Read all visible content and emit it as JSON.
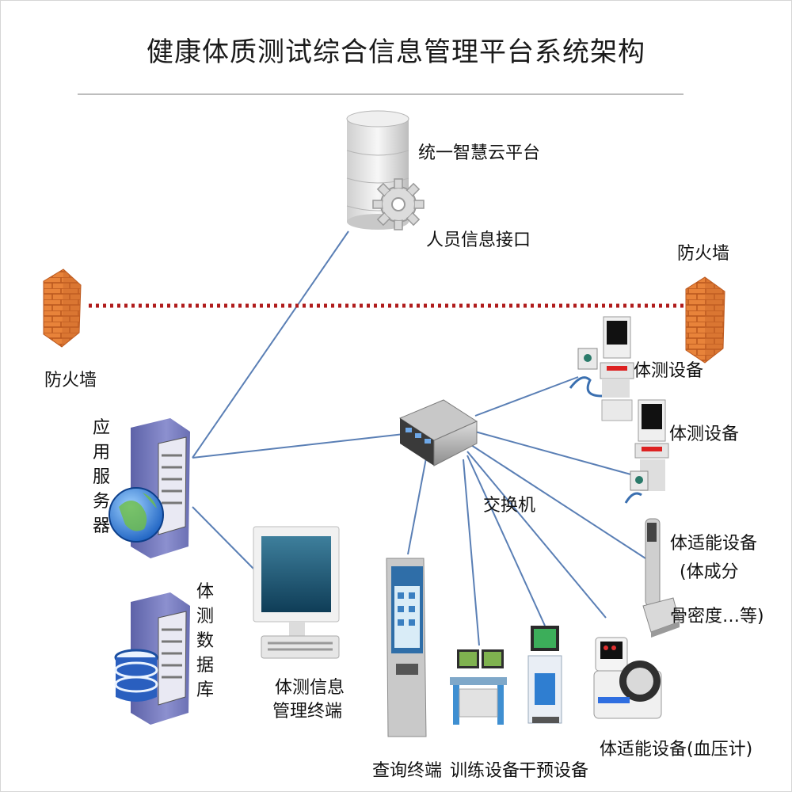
{
  "title": "健康体质测试综合信息管理平台系统架构",
  "cloud": {
    "platform": "统一智慧云平台",
    "interface": "人员信息接口"
  },
  "firewall_left": "防火墙",
  "firewall_right": "防火墙",
  "server_app": "应用服务器",
  "server_db": "体测数据库",
  "switch": "交换机",
  "devices": {
    "body_test_1": "体测设备",
    "body_test_2": "体测设备",
    "fitness_composition_line1": "体适能设备",
    "fitness_composition_line2": "(体成分",
    "fitness_composition_line3": "骨密度…等)",
    "fitness_bp": "体适能设备(血压计)",
    "management_terminal_line1": "体测信息",
    "management_terminal_line2": "管理终端",
    "query_terminal": "查询终端",
    "training": "训练设备",
    "intervention": "干预设备"
  },
  "colors": {
    "link": "#5a7fb5",
    "firewall_line": "#b01c1c",
    "brick": "#e8833a"
  }
}
